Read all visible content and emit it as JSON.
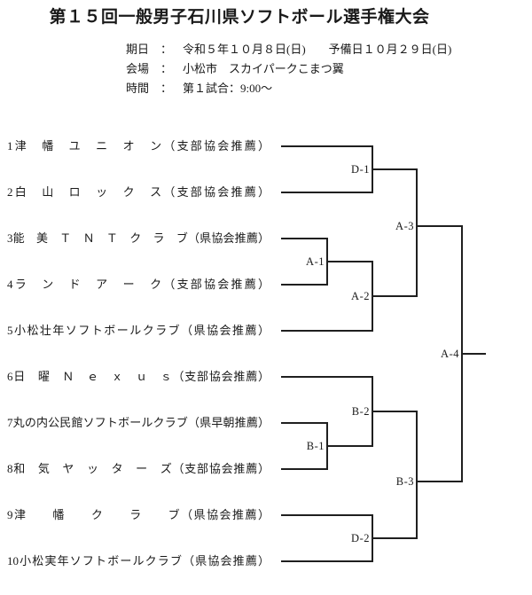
{
  "page": {
    "background": "#ffffff",
    "ink_color": "#1f1f1f"
  },
  "header": {
    "title": "第１５回一般男子石川県ソフトボール選手権大会",
    "info_rows": [
      {
        "label": "期日",
        "separator": "：",
        "value": "令和５年１０月８日(日)　　予備日１０月２９日(日)"
      },
      {
        "label": "会場",
        "separator": "：",
        "value": "小松市　スカイパークこまつ翼"
      },
      {
        "label": "時間",
        "separator": "：",
        "value": "第１試合：9:00～"
      }
    ]
  },
  "bracket": {
    "teams": [
      {
        "no": "1",
        "name": "津幡ユニオン",
        "org": "支部協会推薦",
        "display": "1津　幡　ユ　ニ　オ　ン（支部協会推薦）"
      },
      {
        "no": "2",
        "name": "白山ロックス",
        "org": "支部協会推薦",
        "display": "2白　山　ロ　ッ　ク　ス（支部協会推薦）"
      },
      {
        "no": "3",
        "name": "能美ＴＮＴクラブ",
        "org": "県協会推薦",
        "display": "3能　美　Ｔ　Ｎ　Ｔ　ク　ラ　ブ（県協会推薦）"
      },
      {
        "no": "4",
        "name": "ランドアーク",
        "org": "支部協会推薦",
        "display": "4ラ　ン　ド　ア　ー　ク（支部協会推薦）"
      },
      {
        "no": "5",
        "name": "小松壮年ソフトボールクラブ",
        "org": "県協会推薦",
        "display": "5小松壮年ソフトボールクラブ（県協会推薦）"
      },
      {
        "no": "6",
        "name": "日曜Ｎｅｘｕｓ",
        "org": "支部協会推薦",
        "display": "6日　曜　Ｎ　ｅ　ｘ　ｕ　ｓ（支部協会推薦）"
      },
      {
        "no": "7",
        "name": "丸の内公民館ソフトボールクラブ",
        "org": "県早朝推薦",
        "display": "7丸の内公民館ソフトボールクラブ（県早朝推薦）"
      },
      {
        "no": "8",
        "name": "和気ヤッターズ",
        "org": "支部協会推薦",
        "display": "8和　気　ヤ　ッ　タ　ー　ズ（支部協会推薦）"
      },
      {
        "no": "9",
        "name": "津幡クラブ",
        "org": "県協会推薦",
        "display": "9津　　幡　　ク　　ラ　　ブ（県協会推薦）"
      },
      {
        "no": "10",
        "name": "小松実年ソフトボールクラブ",
        "org": "県協会推薦",
        "display": "10小松実年ソフトボールクラブ（県協会推薦）"
      }
    ],
    "matches": [
      {
        "label": "D-1"
      },
      {
        "label": "A-1"
      },
      {
        "label": "A-2"
      },
      {
        "label": "A-3"
      },
      {
        "label": "B-1"
      },
      {
        "label": "B-2"
      },
      {
        "label": "B-3"
      },
      {
        "label": "D-2"
      },
      {
        "label": "A-4"
      }
    ]
  }
}
